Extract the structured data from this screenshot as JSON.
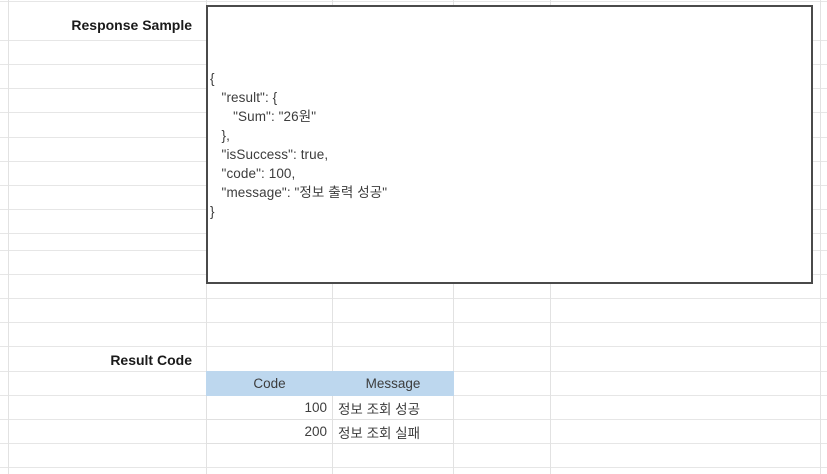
{
  "grid": {
    "h_lines": [
      1,
      40,
      64,
      88,
      112,
      137,
      161,
      185,
      209,
      233,
      250,
      274,
      298,
      322,
      346,
      371,
      395,
      419,
      443,
      467
    ],
    "v_lines": [
      8,
      206,
      332,
      453,
      550,
      820
    ],
    "line_color": "#e6e6e6"
  },
  "labels": {
    "response_sample": "Response Sample",
    "result_code": "Result Code"
  },
  "response_sample": {
    "json_text": "{\n   \"result\": {\n      \"Sum\": \"26원\"\n   },\n   \"isSuccess\": true,\n   \"code\": 100,\n   \"message\": \"정보 출력 성공\"\n}",
    "border_color": "#4a4a4a"
  },
  "result_table": {
    "header_fill": "#bdd7ee",
    "columns": [
      "Code",
      "Message"
    ],
    "rows": [
      {
        "code": "100",
        "message": "정보 조회 성공"
      },
      {
        "code": "200",
        "message": "정보 조회 실패"
      }
    ]
  }
}
